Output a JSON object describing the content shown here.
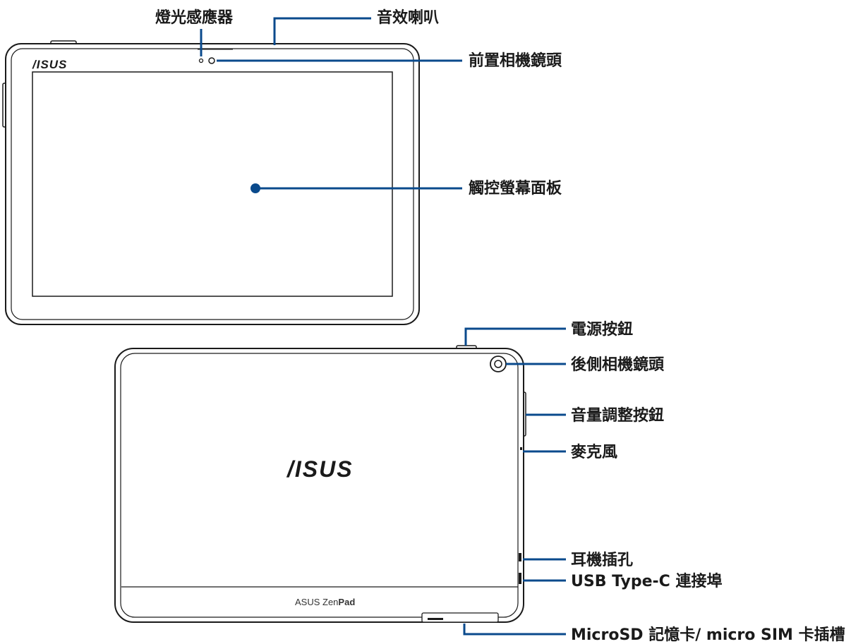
{
  "colors": {
    "callout_line": "#0a4a8c",
    "outline": "#1a1a1a",
    "label_text": "#1a1a1a",
    "background": "#ffffff"
  },
  "front": {
    "brand_logo": "/ISUS",
    "labels": {
      "light_sensor": "燈光感應器",
      "speaker": "音效喇叭",
      "front_camera": "前置相機鏡頭",
      "touchscreen": "觸控螢幕面板"
    }
  },
  "back": {
    "brand_logo": "/ISUS",
    "bottom_brand": {
      "prefix": "ASUS Zen",
      "suffix": "Pad"
    },
    "labels": {
      "power_button": "電源按鈕",
      "rear_camera": "後側相機鏡頭",
      "volume_button": "音量調整按鈕",
      "microphone": "麥克風",
      "headphone_jack": "耳機插孔",
      "usb_port": "USB Type-C 連接埠",
      "card_slot": "MicroSD 記憶卡/ micro SIM 卡插槽"
    }
  }
}
